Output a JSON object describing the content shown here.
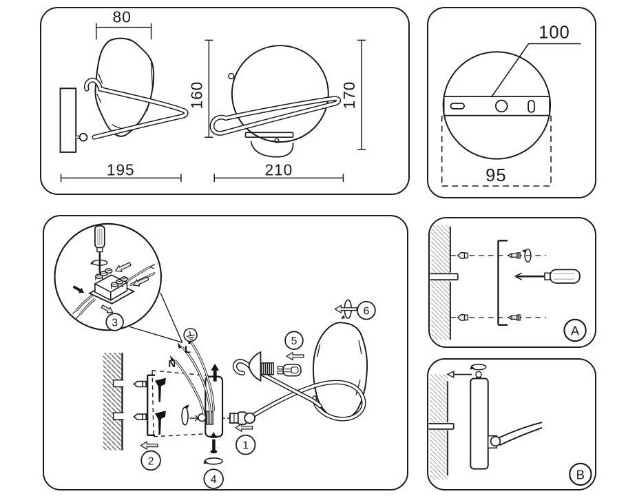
{
  "sheet": {
    "title": "wall-lamp-installation-instructions",
    "colors": {
      "line": "#1a1a1a",
      "background": "#ffffff",
      "arrow_fill": "#e9e9e9",
      "hatch_dark": "#777777",
      "hatch_light": "#aaaaaa"
    },
    "icons": {
      "rotate": "rotation-arrow-icon",
      "ground": "earth-ground-icon",
      "screwdriver": "screwdriver-icon",
      "direction": "direction-arrow-icon",
      "magnifier": "zoom-detail-circle"
    },
    "product_views": {
      "side": {
        "shade_width_mm": "80",
        "height_mm": "160",
        "depth_mm": "195"
      },
      "front": {
        "width_mm": "210",
        "height_mm": "170"
      }
    },
    "backplate_view": {
      "plate_dim": "100",
      "mount_dim": "95"
    },
    "install_steps": {
      "s1": "1",
      "s2": "2",
      "s3": "3",
      "s4": "4",
      "s5": "5",
      "s6": "6"
    },
    "wiring": {
      "live": "L",
      "neutral": "N"
    },
    "detail_views": {
      "a": "A",
      "b": "B"
    }
  }
}
